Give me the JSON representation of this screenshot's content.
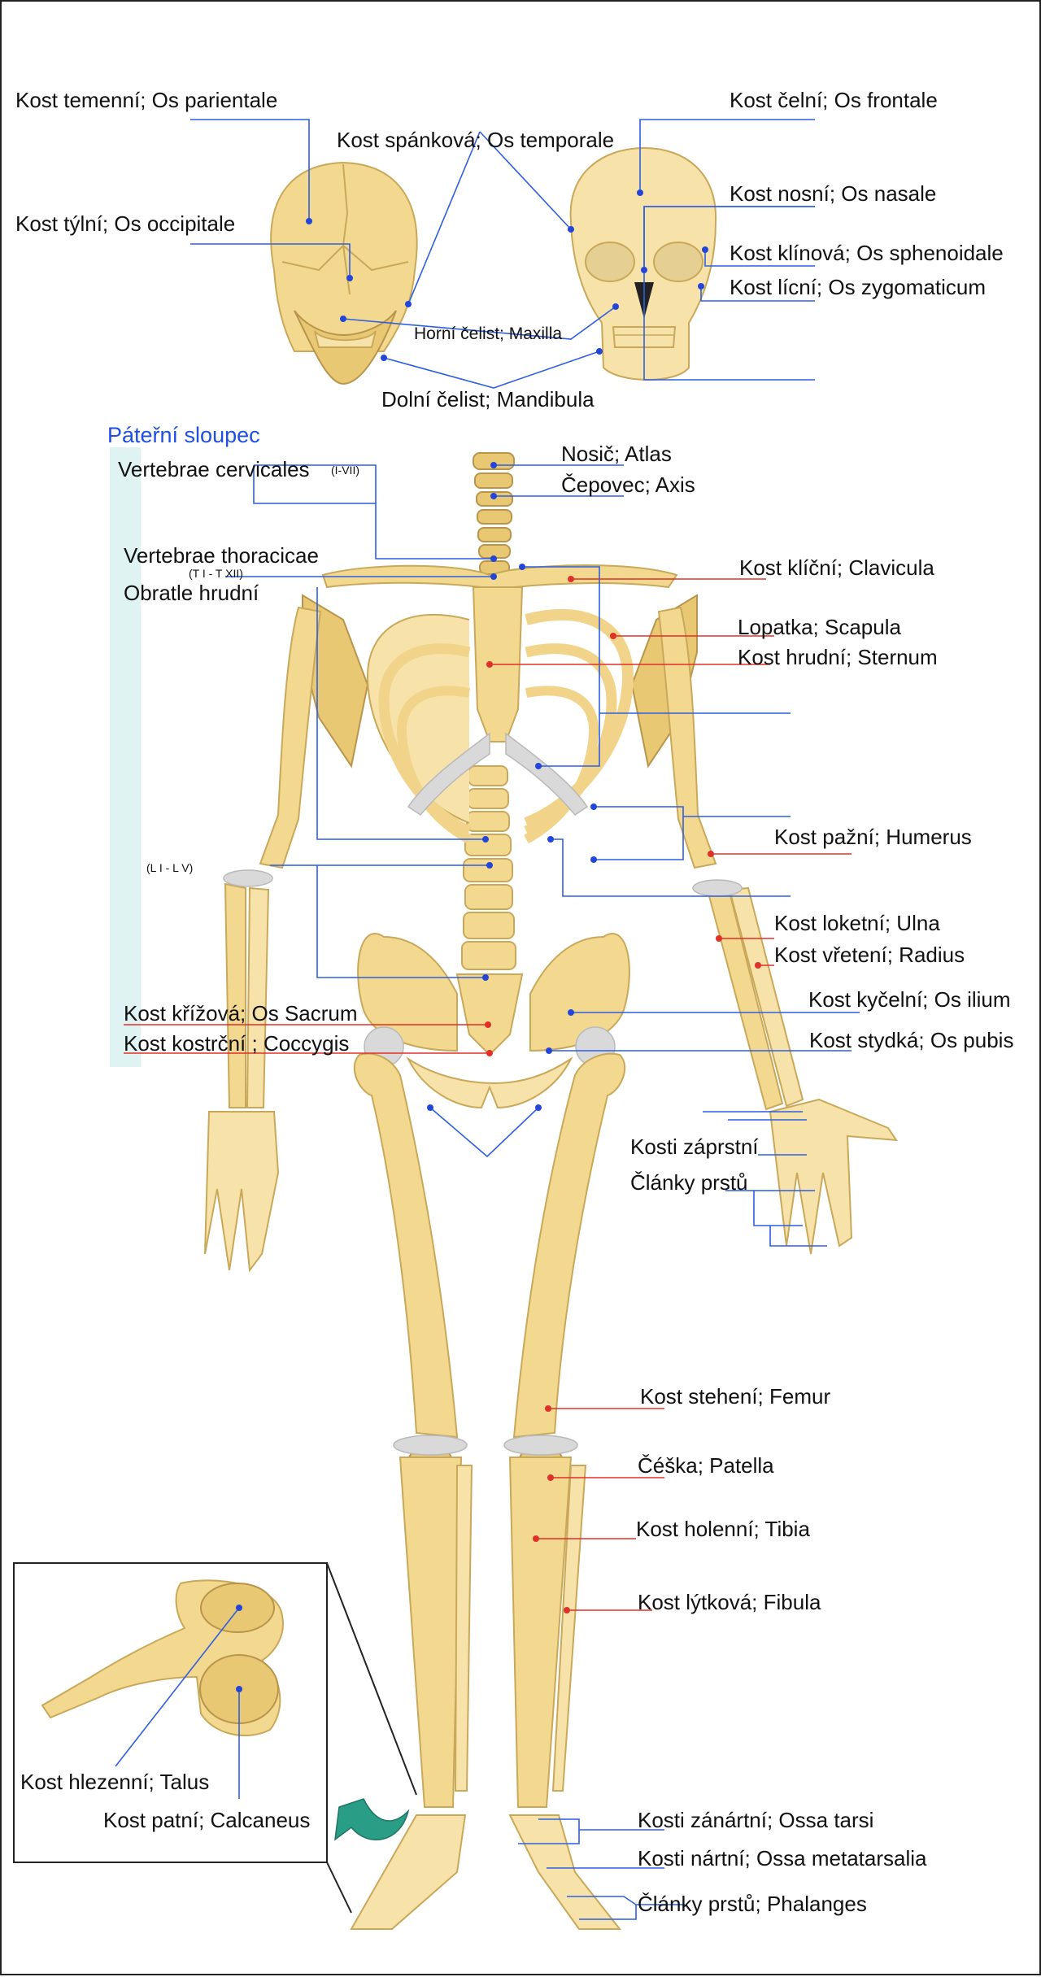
{
  "labels": {
    "parietal": "Kost temenní; Os parientale",
    "occipital": "Kost týlní; Os occipitale",
    "temporal": "Kost spánková; Os temporale",
    "frontal": "Kost čelní; Os frontale",
    "nasal": "Kost nosní; Os nasale",
    "sphenoid": "Kost klínová; Os sphenoidale",
    "zygomatic": "Kost lícní; Os zygomaticum",
    "maxilla": "Horní čelist; Maxilla",
    "mandible": "Dolní čelist; Mandibula",
    "spine_title": "Páteřní sloupec",
    "cervical": "Vertebrae cervicales",
    "cervical_range": "(I-VII)",
    "atlas": "Nosič; Atlas",
    "axis": "Čepovec; Axis",
    "thoracic": "Vertebrae thoracicae",
    "thoracic_range": "(T I - T XII)",
    "thoracic_cz": "Obratle hrudní",
    "lumbar_range": "(L I - L V)",
    "clavicle": "Kost klíční; Clavicula",
    "scapula": "Lopatka; Scapula",
    "sternum": "Kost hrudní; Sternum",
    "humerus": "Kost pažní; Humerus",
    "ulna": "Kost loketní; Ulna",
    "radius": "Kost vřetení; Radius",
    "ilium": "Kost kyčelní; Os ilium",
    "pubis": "Kost stydká; Os pubis",
    "sacrum": "Kost křížová; Os Sacrum",
    "coccyx": "Kost kostrční ; Coccygis",
    "metacarpals": "Kosti záprstní",
    "hand_phalanges": "Články prstů",
    "femur": "Kost stehení; Femur",
    "patella": "Čéška; Patella",
    "tibia": "Kost holenní; Tibia",
    "fibula": "Kost lýtková; Fibula",
    "talus": "Kost hlezenní; Talus",
    "calcaneus": "Kost patní; Calcaneus",
    "tarsals": "Kosti zánártní; Ossa tarsi",
    "metatarsals": "Kosti nártní; Ossa metatarsalia",
    "foot_phalanges": "Články prstů; Phalanges"
  },
  "colors": {
    "line_blue": "#2f5fe0",
    "line_red": "#e0302a",
    "spine_band": "#dff3f3",
    "spine_title": "#1f4fe0",
    "bone": "#f3d98f",
    "cartilage": "#d9d9d9",
    "arrow": "#2a9d86"
  }
}
